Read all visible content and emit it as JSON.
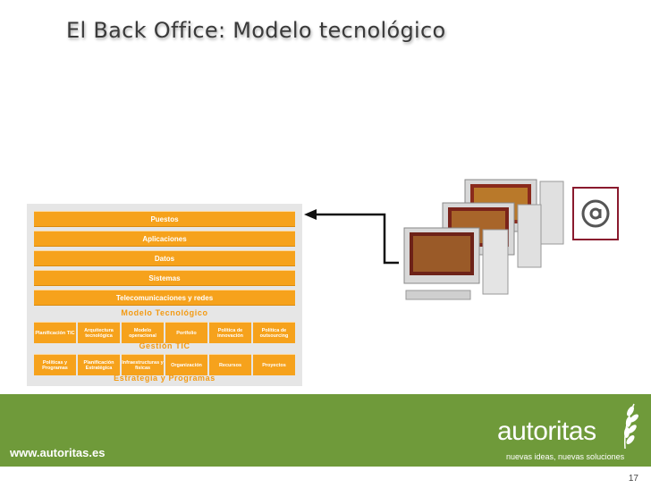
{
  "slide": {
    "title": "El Back Office: Modelo tecnológico",
    "page_number": "17"
  },
  "diagram": {
    "layers": [
      "Puestos",
      "Aplicaciones",
      "Datos",
      "Sistemas",
      "Telecomunicaciones y redes"
    ],
    "model_caption": "Modelo Tecnológico",
    "gestion_cells": [
      "Planificación TIC",
      "Arquitectura tecnológica",
      "Modelo operacional",
      "Portfolio",
      "Política de innovación",
      "Política de outsourcing"
    ],
    "gestion_caption": "Gestión TIC",
    "estrategia_cells": [
      "Políticas y Programas",
      "Planificación Estratégica",
      "Infraestructuras y físicas",
      "Organización",
      "Recursos",
      "Proyectos"
    ],
    "estrategia_caption": "Estrategia y Programas"
  },
  "footer": {
    "url": "www.autoritas.es",
    "logo": "autoritas",
    "tagline": "nuevas ideas, nuevas soluciones"
  },
  "colors": {
    "orange": "#f6a21c",
    "green": "#6f9a3a",
    "gray_panel": "#e6e6e6"
  },
  "icons": [
    "arrow-icon",
    "computer-workstations-image",
    "email-at-icon",
    "laurel-icon"
  ]
}
